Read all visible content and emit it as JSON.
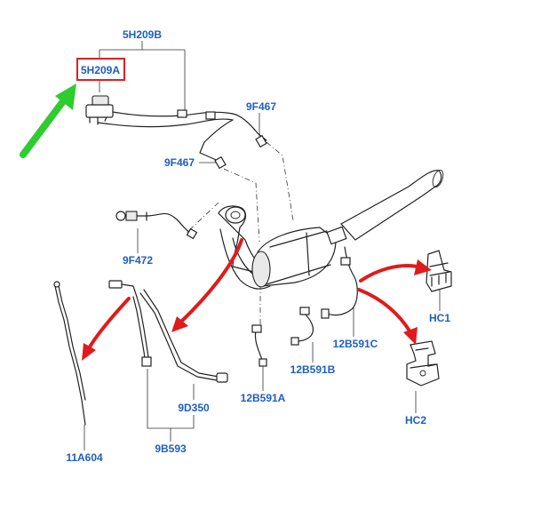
{
  "labels": {
    "p5H209B": "5H209B",
    "p5H209A": "5H209A",
    "p9F467a": "9F467",
    "p9F467b": "9F467",
    "p9F472": "9F472",
    "p11A604": "11A604",
    "p9D350": "9D350",
    "p9B593": "9B593",
    "p12B591A": "12B591A",
    "p12B591B": "12B591B",
    "p12B591C": "12B591C",
    "pHC1": "HC1",
    "pHC2": "HC2"
  },
  "colors": {
    "label": "#1f5fbf",
    "highlight_box": "#e02020",
    "pointer_arrow": "#2ecc2e",
    "flow_arrow": "#e01b1b",
    "line": "#222222"
  },
  "highlighted_part": "5H209A"
}
